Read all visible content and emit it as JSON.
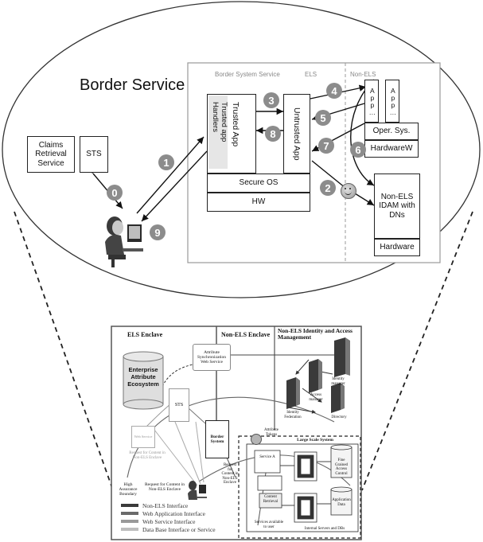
{
  "top": {
    "title": "Border Service",
    "border_system_service": "Border System Service",
    "els": "ELS",
    "non_els": "Non-ELS",
    "claims": "Claims Retrieval Service",
    "sts": "STS",
    "trusted_app": "Trusted App",
    "trusted_handlers": "Trusted app Handlers",
    "untrusted_app": "Untrusted App",
    "secure_os": "Secure OS",
    "hw": "HW",
    "app1": "App…",
    "app2": "App…",
    "oper_sys": "Oper. Sys.",
    "hardwarew": "HardwareW",
    "non_els_idam": "Non-ELS IDAM with DNs",
    "hardware": "Hardware",
    "steps": [
      "0",
      "1",
      "2",
      "3",
      "4",
      "5",
      "6",
      "7",
      "8",
      "9"
    ]
  },
  "bottom": {
    "els_enclave": "ELS Enclave",
    "non_els_enclave": "Non-ELS Enclave",
    "non_els_iam": "Non-ELS Identity and Access Management",
    "attr_sync": "Attribute Synchronization Web Service",
    "enterprise": "Enterprise Attribute Ecosystem",
    "sts": "STS",
    "web_service": "Web Service",
    "request_nonels_els": "Request for Content in Non-ELS Enclave",
    "border_system": "Border System",
    "identity_manager": "Identity manager",
    "access_manager": "Access manager",
    "identity_federation": "Identity Federation",
    "directory": "Directory",
    "attribute_tokens": "Attribute Tokens",
    "large_scale": "Large Scale System",
    "services_available": "Services available to user",
    "internal_services": "Internal Servers and DBs",
    "fine_grained": "Fine Grained Access Control",
    "app_data": "Application Data",
    "content_retrieval": "Content Retrieval",
    "service_a": "Service A",
    "high_assurance": "High Assurance Boundary",
    "request_for_content": "Request for Content in Non-ELS Enclave",
    "legend": [
      {
        "label": "Non-ELS Interface",
        "color": "#3a3a3a"
      },
      {
        "label": "Web Application Interface",
        "color": "#6a6a6a"
      },
      {
        "label": "Web Service Interface",
        "color": "#999999"
      },
      {
        "label": "Data Base Interface or Service",
        "color": "#bdbdbd"
      }
    ]
  }
}
